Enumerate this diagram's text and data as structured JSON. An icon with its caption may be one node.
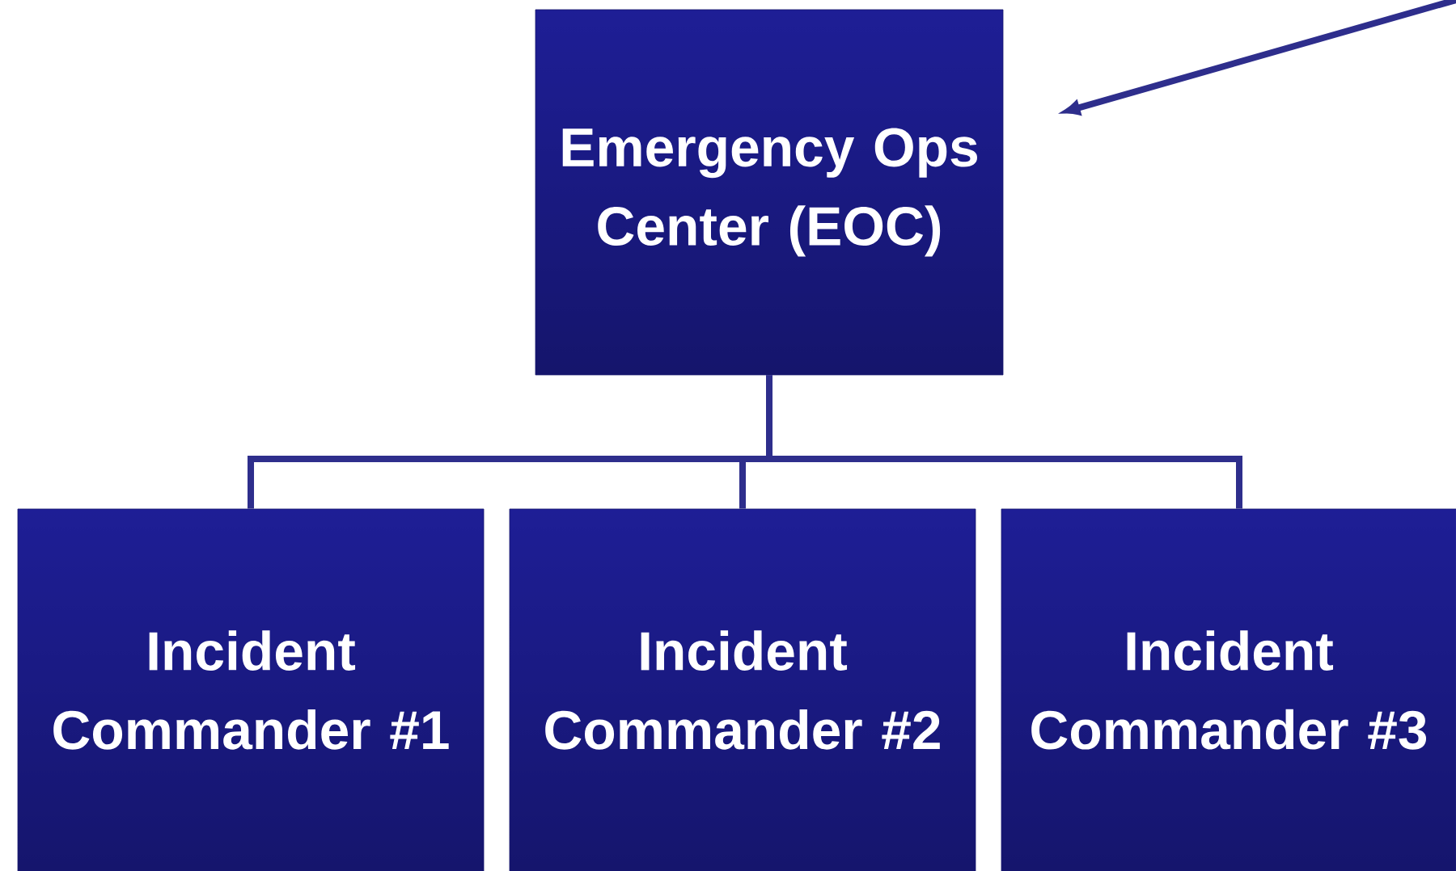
{
  "diagram": {
    "nodes": [
      {
        "text": [
          "Emergency Ops Center (EOC)"
        ]
      },
      {
        "text": [
          "Incident Commander #1"
        ]
      },
      {
        "text": [
          "Incident Commander #2"
        ]
      },
      {
        "text": [
          "Incident Commander #3"
        ]
      }
    ],
    "edges": [
      {
        "from": 0,
        "to": 1,
        "arrow": "none"
      },
      {
        "from": 0,
        "to": 2,
        "arrow": "none"
      },
      {
        "from": 0,
        "to": 3,
        "arrow": "none"
      },
      {
        "from": null,
        "to": 0,
        "arrow": "to"
      }
    ]
  }
}
